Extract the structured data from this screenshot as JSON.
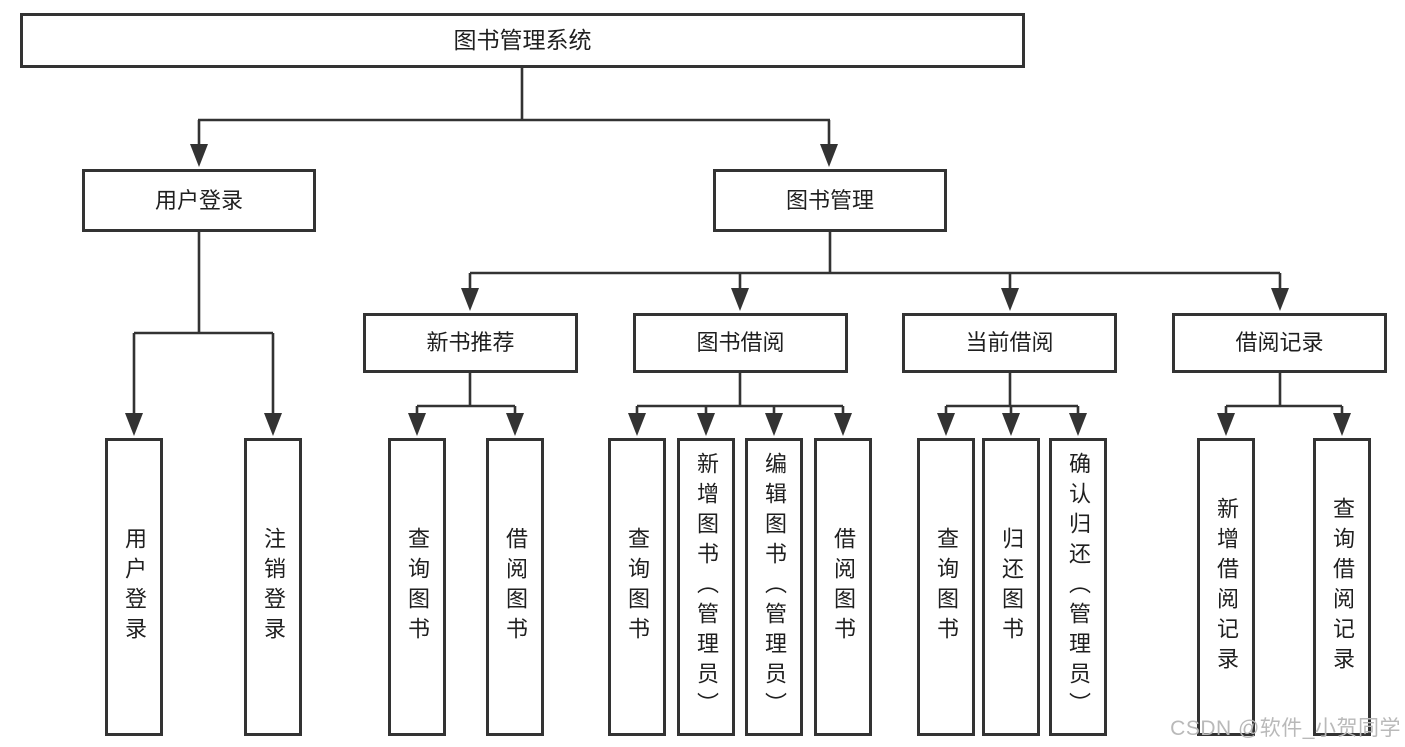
{
  "colors": {
    "line": "#333333",
    "text": "#1f1f1f",
    "watermark": "#b9b9b9",
    "background": "#ffffff"
  },
  "watermark": "CSDN @软件_小贺同学",
  "tree": {
    "root": "图书管理系统",
    "branches": [
      {
        "label": "用户登录",
        "leaves": [
          "用户登录",
          "注销登录"
        ]
      },
      {
        "label": "图书管理",
        "groups": [
          {
            "label": "新书推荐",
            "leaves": [
              "查询图书",
              "借阅图书"
            ]
          },
          {
            "label": "图书借阅",
            "leaves": [
              "查询图书",
              "新增图书（管理员）",
              "编辑图书（管理员）",
              "借阅图书"
            ]
          },
          {
            "label": "当前借阅",
            "leaves": [
              "查询图书",
              "归还图书",
              "确认归还（管理员）"
            ]
          },
          {
            "label": "借阅记录",
            "leaves": [
              "新增借阅记录",
              "查询借阅记录"
            ]
          }
        ]
      }
    ]
  }
}
